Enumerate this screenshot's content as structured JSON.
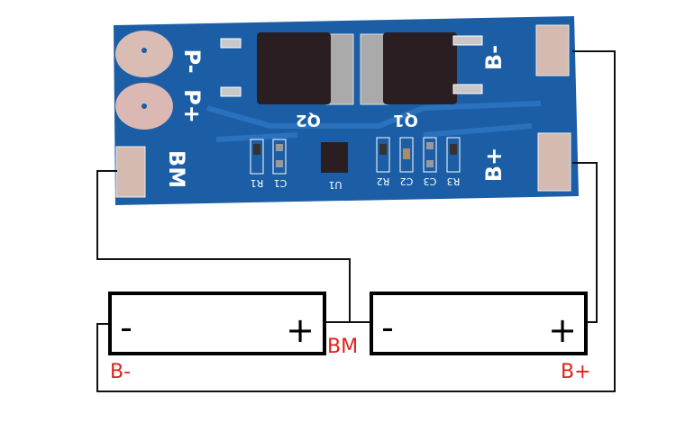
{
  "board": {
    "color": "#1b5ea6",
    "labels": {
      "p_minus": "P-",
      "p_plus": "P+",
      "bm": "BM",
      "b_minus": "B-",
      "b_plus": "B+",
      "q1": "Q1",
      "q2": "Q2",
      "u1": "U1",
      "r1": "R1",
      "c1": "C1",
      "r2": "R2",
      "c2": "C2",
      "c3": "C3",
      "r3": "R3"
    }
  },
  "batteries": [
    {
      "negative": "-",
      "positive": "+"
    },
    {
      "negative": "-",
      "positive": "+"
    }
  ],
  "wiring_labels": {
    "b_minus": "B-",
    "bm": "BM",
    "b_plus": "B+",
    "color": "#e0201c"
  }
}
